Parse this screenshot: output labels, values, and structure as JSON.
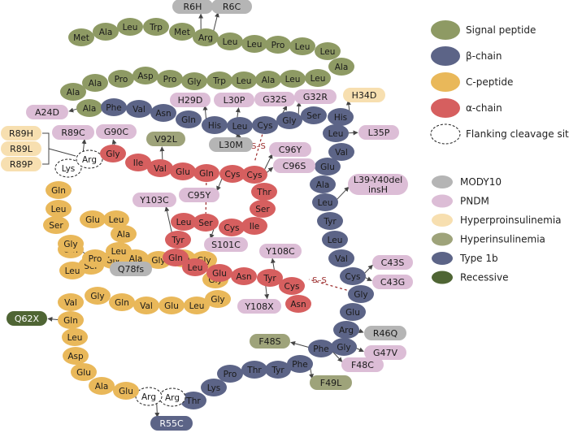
{
  "colors": {
    "signal": "#8e9a64",
    "beta": "#5c6487",
    "cpeptide": "#e9b85a",
    "alpha": "#d65f5f",
    "flanking": "#ffffff",
    "mody10": "#b5b5b5",
    "pndm": "#dcbdd6",
    "hyperpro": "#f7dfb0",
    "hyperins": "#9ea37a",
    "type1b": "#5c6487",
    "recessive": "#4f6534",
    "disulfide": "#9b2a2a"
  },
  "legend": {
    "regions": [
      {
        "label": "Signal peptide",
        "key": "signal"
      },
      {
        "label": "β-chain",
        "key": "beta"
      },
      {
        "label": "C-peptide",
        "key": "cpeptide"
      },
      {
        "label": "α-chain",
        "key": "alpha"
      },
      {
        "label": "Flanking cleavage sites",
        "key": "flanking"
      }
    ],
    "mutation_types": [
      {
        "label": "MODY10",
        "key": "mody10"
      },
      {
        "label": "PNDM",
        "key": "pndm"
      },
      {
        "label": "Hyperproinsulinemia",
        "key": "hyperpro"
      },
      {
        "label": "Hyperinsulinemia",
        "key": "hyperins"
      },
      {
        "label": "Type 1b",
        "key": "type1b"
      },
      {
        "label": "Recessive",
        "key": "recessive"
      }
    ]
  },
  "disulfide_label": "S–S",
  "residues": [
    {
      "aa": "Met",
      "r": "signal"
    },
    {
      "aa": "Ala",
      "r": "signal"
    },
    {
      "aa": "Leu",
      "r": "signal"
    },
    {
      "aa": "Trp",
      "r": "signal"
    },
    {
      "aa": "Met",
      "r": "signal"
    },
    {
      "aa": "Arg",
      "r": "signal"
    },
    {
      "aa": "Leu",
      "r": "signal"
    },
    {
      "aa": "Leu",
      "r": "signal"
    },
    {
      "aa": "Pro",
      "r": "signal"
    },
    {
      "aa": "Leu",
      "r": "signal"
    },
    {
      "aa": "Leu",
      "r": "signal"
    },
    {
      "aa": "Ala",
      "r": "signal"
    },
    {
      "aa": "Leu",
      "r": "signal"
    },
    {
      "aa": "Leu",
      "r": "signal"
    },
    {
      "aa": "Ala",
      "r": "signal"
    },
    {
      "aa": "Leu",
      "r": "signal"
    },
    {
      "aa": "Trp",
      "r": "signal"
    },
    {
      "aa": "Gly",
      "r": "signal"
    },
    {
      "aa": "Pro",
      "r": "signal"
    },
    {
      "aa": "Asp",
      "r": "signal"
    },
    {
      "aa": "Pro",
      "r": "signal"
    },
    {
      "aa": "Ala",
      "r": "signal"
    },
    {
      "aa": "Ala",
      "r": "signal"
    },
    {
      "aa": "Ala",
      "r": "signal"
    },
    {
      "aa": "Phe",
      "r": "beta"
    },
    {
      "aa": "Val",
      "r": "beta"
    },
    {
      "aa": "Asn",
      "r": "beta"
    },
    {
      "aa": "Gln",
      "r": "beta"
    },
    {
      "aa": "His",
      "r": "beta"
    },
    {
      "aa": "Leu",
      "r": "beta"
    },
    {
      "aa": "Cys",
      "r": "beta"
    },
    {
      "aa": "Gly",
      "r": "beta"
    },
    {
      "aa": "Ser",
      "r": "beta"
    },
    {
      "aa": "His",
      "r": "beta"
    },
    {
      "aa": "Leu",
      "r": "beta"
    },
    {
      "aa": "Val",
      "r": "beta"
    },
    {
      "aa": "Glu",
      "r": "beta"
    },
    {
      "aa": "Ala",
      "r": "beta"
    },
    {
      "aa": "Leu",
      "r": "beta"
    },
    {
      "aa": "Tyr",
      "r": "beta"
    },
    {
      "aa": "Leu",
      "r": "beta"
    },
    {
      "aa": "Val",
      "r": "beta"
    },
    {
      "aa": "Cys",
      "r": "beta"
    },
    {
      "aa": "Gly",
      "r": "beta"
    },
    {
      "aa": "Glu",
      "r": "beta"
    },
    {
      "aa": "Arg",
      "r": "beta"
    },
    {
      "aa": "Gly",
      "r": "beta"
    },
    {
      "aa": "Phe",
      "r": "beta"
    },
    {
      "aa": "Phe",
      "r": "beta"
    },
    {
      "aa": "Tyr",
      "r": "beta"
    },
    {
      "aa": "Thr",
      "r": "beta"
    },
    {
      "aa": "Pro",
      "r": "beta"
    },
    {
      "aa": "Lys",
      "r": "beta"
    },
    {
      "aa": "Thr",
      "r": "beta"
    },
    {
      "aa": "Arg",
      "r": "flanking"
    },
    {
      "aa": "Arg",
      "r": "flanking"
    },
    {
      "aa": "Glu",
      "r": "cpeptide"
    },
    {
      "aa": "Ala",
      "r": "cpeptide"
    },
    {
      "aa": "Glu",
      "r": "cpeptide"
    },
    {
      "aa": "Asp",
      "r": "cpeptide"
    },
    {
      "aa": "Leu",
      "r": "cpeptide"
    },
    {
      "aa": "Gln",
      "r": "cpeptide"
    },
    {
      "aa": "Val",
      "r": "cpeptide"
    },
    {
      "aa": "Gly",
      "r": "cpeptide"
    },
    {
      "aa": "Gln",
      "r": "cpeptide"
    },
    {
      "aa": "Val",
      "r": "cpeptide"
    },
    {
      "aa": "Glu",
      "r": "cpeptide"
    },
    {
      "aa": "Leu",
      "r": "cpeptide"
    },
    {
      "aa": "Gly",
      "r": "cpeptide"
    },
    {
      "aa": "Gly",
      "r": "cpeptide"
    },
    {
      "aa": "Gly",
      "r": "cpeptide"
    },
    {
      "aa": "Pro",
      "r": "cpeptide"
    },
    {
      "aa": "Gly",
      "r": "cpeptide"
    },
    {
      "aa": "Ala",
      "r": "cpeptide"
    },
    {
      "aa": "Gly",
      "r": "cpeptide"
    },
    {
      "aa": "Ser",
      "r": "cpeptide"
    },
    {
      "aa": "Leu",
      "r": "cpeptide"
    },
    {
      "aa": "Gln",
      "r": "cpeptide"
    },
    {
      "aa": "Pro",
      "r": "cpeptide"
    },
    {
      "aa": "Leu",
      "r": "cpeptide"
    },
    {
      "aa": "Ala",
      "r": "cpeptide"
    },
    {
      "aa": "Leu",
      "r": "cpeptide"
    },
    {
      "aa": "Glu",
      "r": "cpeptide"
    },
    {
      "aa": "Gly",
      "r": "cpeptide"
    },
    {
      "aa": "Ser",
      "r": "cpeptide"
    },
    {
      "aa": "Leu",
      "r": "cpeptide"
    },
    {
      "aa": "Gln",
      "r": "cpeptide"
    },
    {
      "aa": "Lys",
      "r": "flanking"
    },
    {
      "aa": "Arg",
      "r": "flanking"
    },
    {
      "aa": "Gly",
      "r": "alpha"
    },
    {
      "aa": "Ile",
      "r": "alpha"
    },
    {
      "aa": "Val",
      "r": "alpha"
    },
    {
      "aa": "Glu",
      "r": "alpha"
    },
    {
      "aa": "Gln",
      "r": "alpha"
    },
    {
      "aa": "Cys",
      "r": "alpha"
    },
    {
      "aa": "Cys",
      "r": "alpha"
    },
    {
      "aa": "Thr",
      "r": "alpha"
    },
    {
      "aa": "Ser",
      "r": "alpha"
    },
    {
      "aa": "Ile",
      "r": "alpha"
    },
    {
      "aa": "Cys",
      "r": "alpha"
    },
    {
      "aa": "Ser",
      "r": "alpha"
    },
    {
      "aa": "Leu",
      "r": "alpha"
    },
    {
      "aa": "Tyr",
      "r": "alpha"
    },
    {
      "aa": "Gln",
      "r": "alpha"
    },
    {
      "aa": "Leu",
      "r": "alpha"
    },
    {
      "aa": "Glu",
      "r": "alpha"
    },
    {
      "aa": "Asn",
      "r": "alpha"
    },
    {
      "aa": "Tyr",
      "r": "alpha"
    },
    {
      "aa": "Cys",
      "r": "alpha"
    },
    {
      "aa": "Asn",
      "r": "alpha"
    }
  ],
  "mutations": [
    {
      "label": "R6H",
      "type": "mody10",
      "at": 5
    },
    {
      "label": "R6C",
      "type": "mody10",
      "at": 5
    },
    {
      "label": "A24D",
      "type": "pndm",
      "at": 23
    },
    {
      "label": "H29D",
      "type": "pndm",
      "at": 28
    },
    {
      "label": "L30P",
      "type": "pndm",
      "at": 29
    },
    {
      "label": "L30M",
      "type": "mody10",
      "at": 29
    },
    {
      "label": "G32S",
      "type": "pndm",
      "at": 31
    },
    {
      "label": "G32R",
      "type": "pndm",
      "at": 31
    },
    {
      "label": "H34D",
      "type": "hyperpro",
      "at": 33
    },
    {
      "label": "L35P",
      "type": "pndm",
      "at": 34
    },
    {
      "label": "L39-Y40del insH",
      "type": "pndm",
      "at": 38
    },
    {
      "label": "C43S",
      "type": "pndm",
      "at": 42
    },
    {
      "label": "C43G",
      "type": "pndm",
      "at": 42
    },
    {
      "label": "R46Q",
      "type": "mody10",
      "at": 45
    },
    {
      "label": "G47V",
      "type": "pndm",
      "at": 46
    },
    {
      "label": "F48S",
      "type": "hyperins",
      "at": 47
    },
    {
      "label": "F48C",
      "type": "pndm",
      "at": 47
    },
    {
      "label": "F49L",
      "type": "hyperins",
      "at": 48
    },
    {
      "label": "R55C",
      "type": "type1b",
      "at": 55
    },
    {
      "label": "Q62X",
      "type": "recessive",
      "at": 61
    },
    {
      "label": "Q78fs",
      "type": "mody10",
      "at": 77
    },
    {
      "label": "R89H",
      "type": "hyperpro",
      "at": 88
    },
    {
      "label": "R89L",
      "type": "hyperpro",
      "at": 88
    },
    {
      "label": "R89P",
      "type": "hyperpro",
      "at": 88
    },
    {
      "label": "R89C",
      "type": "pndm",
      "at": 88
    },
    {
      "label": "G90C",
      "type": "pndm",
      "at": 89
    },
    {
      "label": "V92L",
      "type": "hyperins",
      "at": 91
    },
    {
      "label": "C95Y",
      "type": "pndm",
      "at": 94
    },
    {
      "label": "C96Y",
      "type": "pndm",
      "at": 95
    },
    {
      "label": "C96S",
      "type": "pndm",
      "at": 95
    },
    {
      "label": "S101C",
      "type": "pndm",
      "at": 100
    },
    {
      "label": "Y103C",
      "type": "pndm",
      "at": 102
    },
    {
      "label": "Y108C",
      "type": "pndm",
      "at": 107
    },
    {
      "label": "Y108X",
      "type": "pndm",
      "at": 107
    }
  ]
}
